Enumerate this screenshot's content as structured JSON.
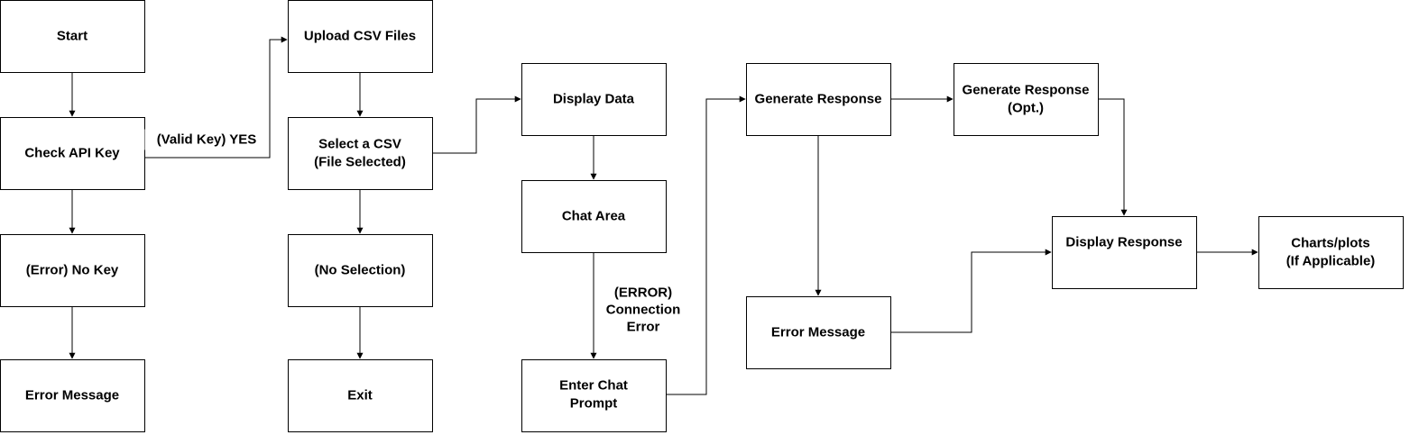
{
  "nodes": [
    {
      "id": "start",
      "lines": [
        "Start"
      ]
    },
    {
      "id": "check-api-key",
      "lines": [
        "Check API Key"
      ]
    },
    {
      "id": "no-key",
      "lines": [
        "(Error) No Key"
      ]
    },
    {
      "id": "error-message-1",
      "lines": [
        "Error Message"
      ]
    },
    {
      "id": "upload-csv",
      "lines": [
        "Upload CSV Files"
      ]
    },
    {
      "id": "select-csv",
      "lines": [
        "Select a CSV",
        "(File Selected)"
      ]
    },
    {
      "id": "no-selection",
      "lines": [
        "(No Selection)"
      ]
    },
    {
      "id": "exit",
      "lines": [
        "Exit"
      ]
    },
    {
      "id": "display-data",
      "lines": [
        "Display Data"
      ]
    },
    {
      "id": "chat-area",
      "lines": [
        "Chat Area"
      ]
    },
    {
      "id": "enter-chat-prompt",
      "lines": [
        "Enter Chat",
        "Prompt"
      ]
    },
    {
      "id": "generate-response",
      "lines": [
        "Generate Response"
      ]
    },
    {
      "id": "generate-response-opt",
      "lines": [
        "Generate Response",
        "(Opt.)"
      ]
    },
    {
      "id": "error-message-2",
      "lines": [
        "Error Message"
      ]
    },
    {
      "id": "display-response",
      "lines": [
        "Display Response"
      ]
    },
    {
      "id": "charts-plots",
      "lines": [
        "Charts/plots",
        "(If Applicable)"
      ]
    }
  ],
  "edges": [
    {
      "from": "start",
      "to": "check-api-key"
    },
    {
      "from": "check-api-key",
      "to": "no-key"
    },
    {
      "from": "no-key",
      "to": "error-message-1"
    },
    {
      "from": "check-api-key",
      "to": "upload-csv",
      "label": [
        "(Valid Key) YES"
      ]
    },
    {
      "from": "upload-csv",
      "to": "select-csv"
    },
    {
      "from": "select-csv",
      "to": "no-selection"
    },
    {
      "from": "no-selection",
      "to": "exit"
    },
    {
      "from": "select-csv",
      "to": "display-data"
    },
    {
      "from": "display-data",
      "to": "chat-area"
    },
    {
      "from": "chat-area",
      "to": "enter-chat-prompt",
      "label": [
        "(ERROR)",
        "Connection",
        "Error"
      ]
    },
    {
      "from": "enter-chat-prompt",
      "to": "generate-response"
    },
    {
      "from": "generate-response",
      "to": "generate-response-opt"
    },
    {
      "from": "generate-response",
      "to": "error-message-2"
    },
    {
      "from": "generate-response-opt",
      "to": "display-response"
    },
    {
      "from": "error-message-2",
      "to": "display-response"
    },
    {
      "from": "display-response",
      "to": "charts-plots"
    }
  ]
}
